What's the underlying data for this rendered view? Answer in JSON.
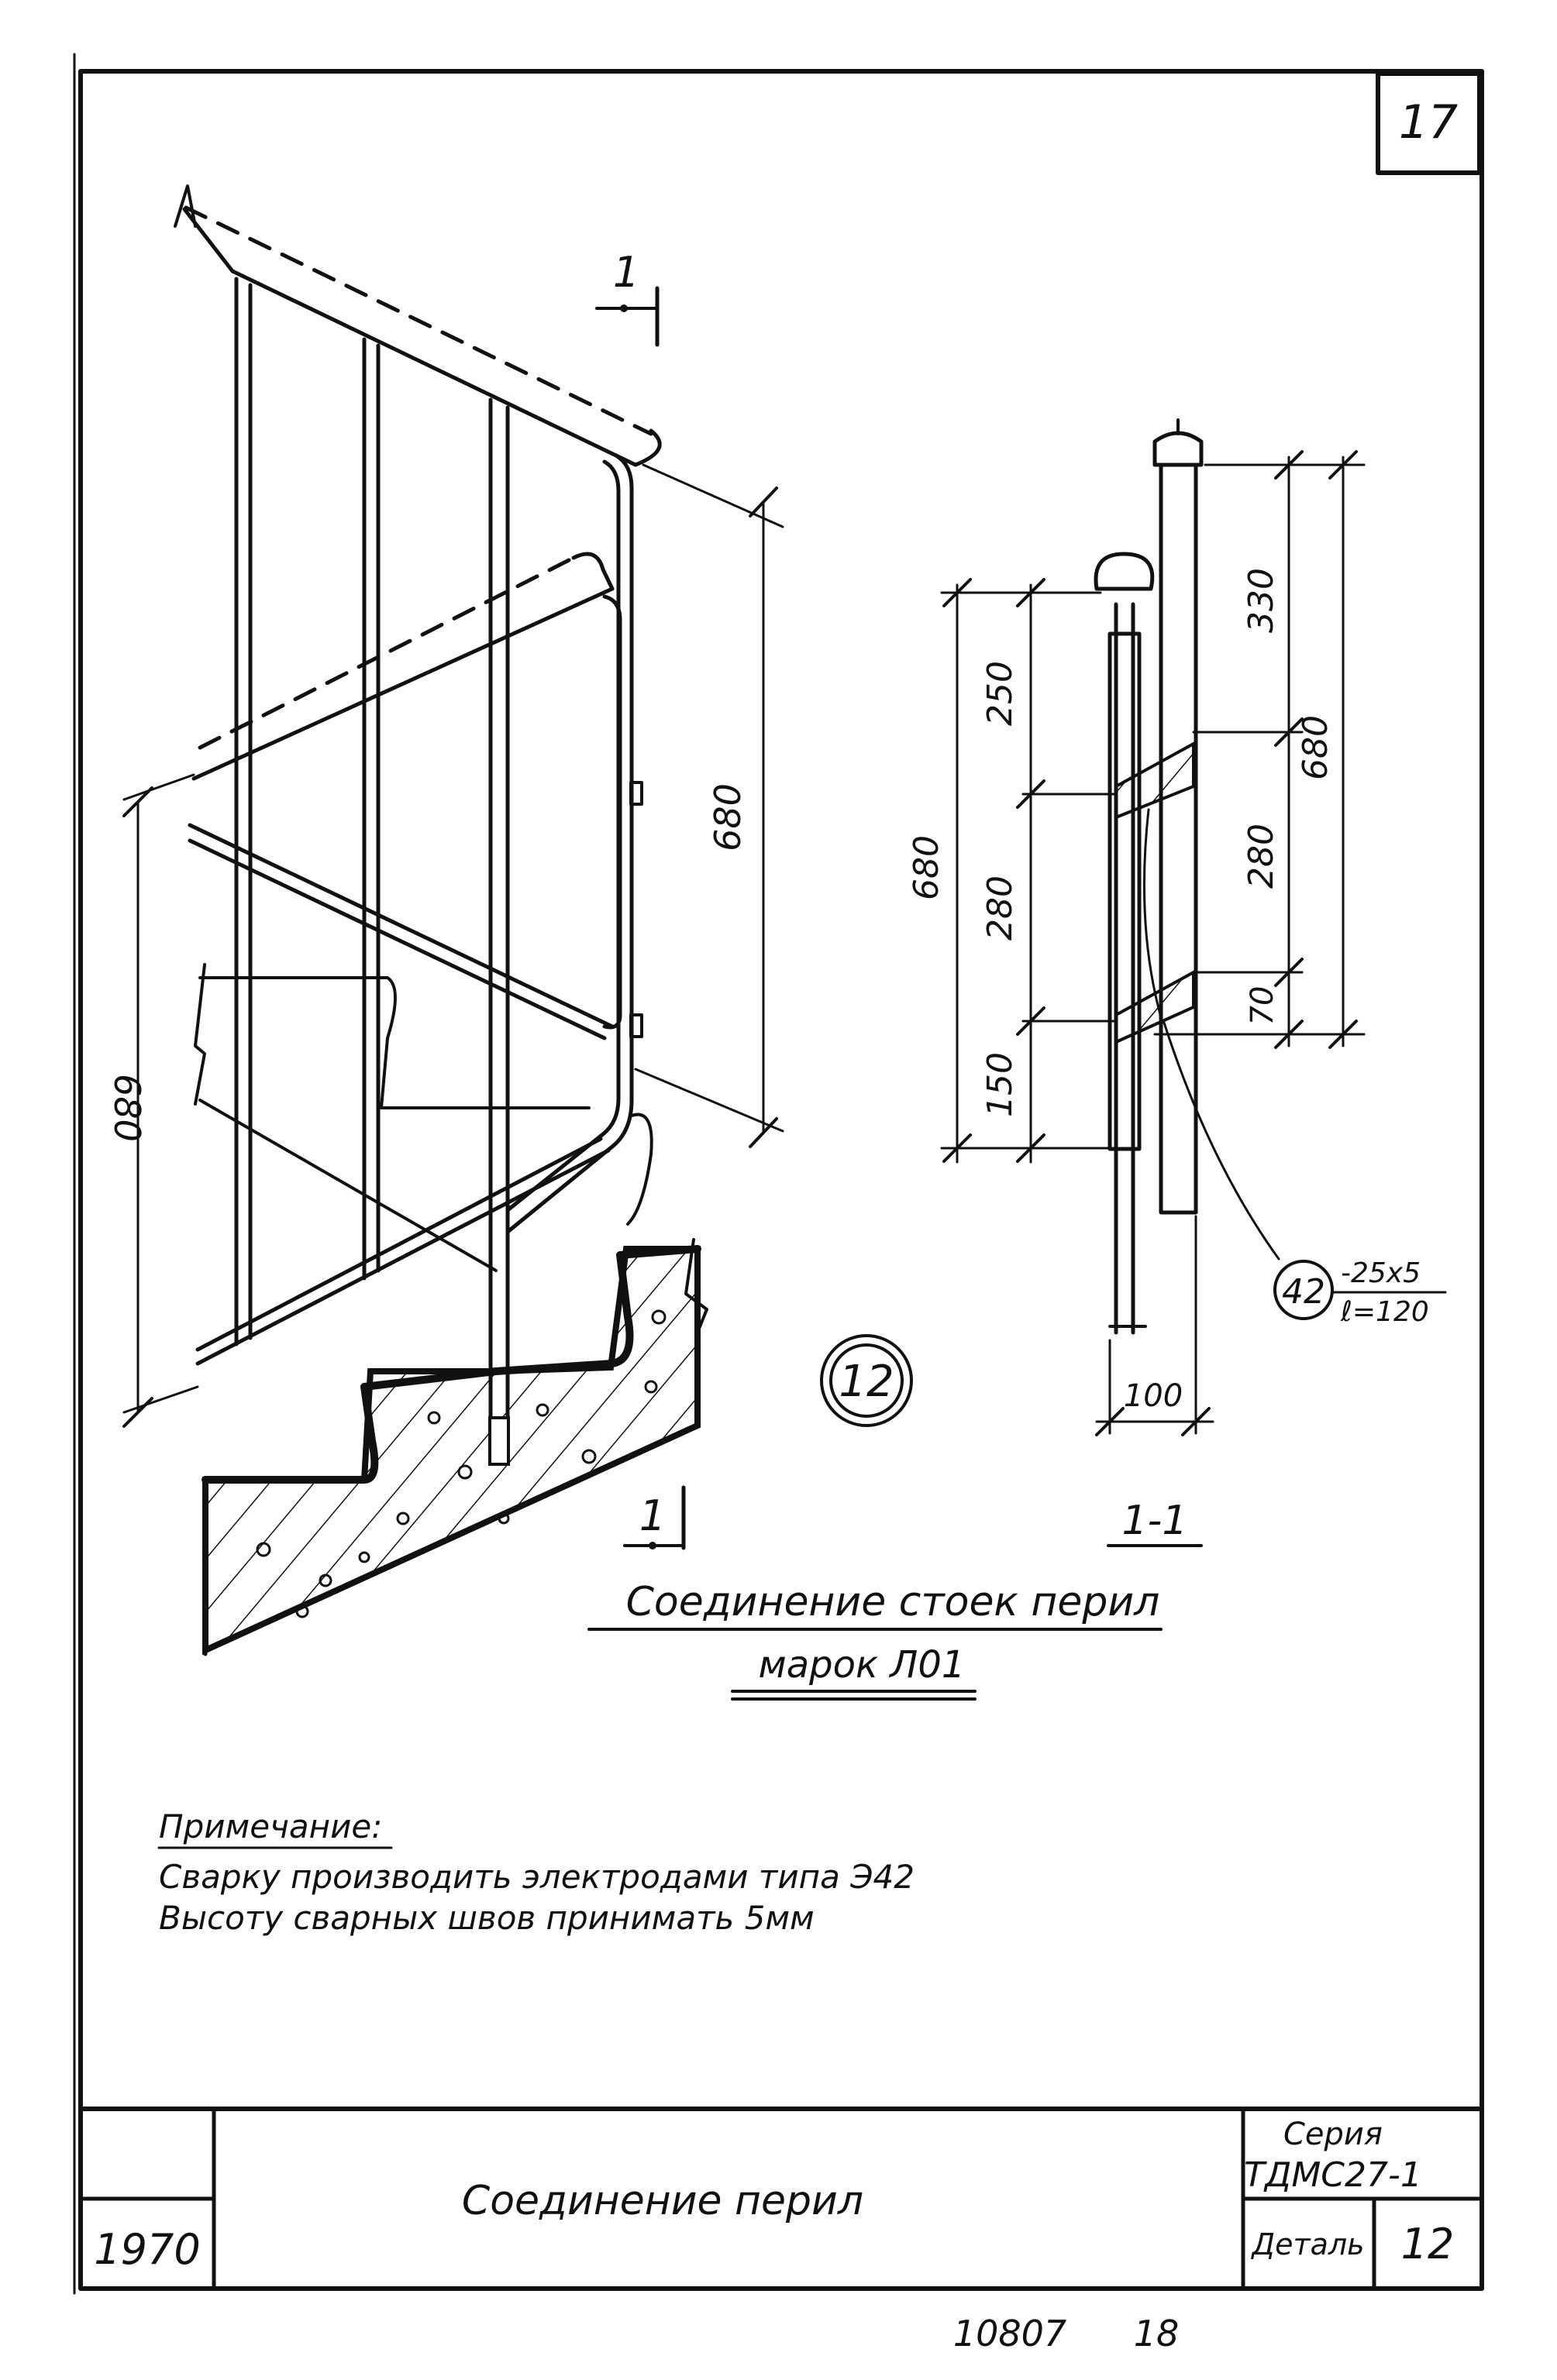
{
  "sheet": {
    "number": "17"
  },
  "section_marks": {
    "top": "1",
    "bottom": "1"
  },
  "left_view": {
    "dim_rail_height": "680",
    "dim_post_height": "680"
  },
  "section_view": {
    "dims_left": [
      "680",
      "250",
      "280",
      "150"
    ],
    "dims_right": [
      "330",
      "680",
      "280",
      "70"
    ],
    "width": "100",
    "callout": {
      "number": "42",
      "spec_line1": "-25x5",
      "spec_line2": "ℓ=120"
    },
    "label": "1-1"
  },
  "detail_marker": "12",
  "caption": {
    "line1": "Соединение стоек перил",
    "line2": "марок Л01"
  },
  "note": {
    "heading": "Примечание:",
    "line1": "Сварку производить электродами типа Э42",
    "line2": "Высоту сварных швов принимать 5мм"
  },
  "title_block": {
    "year": "1970",
    "title": "Соединение перил",
    "series_label": "Серия",
    "series_value": "ТДМС27-1",
    "detail_label": "Деталь",
    "detail_value": "12"
  },
  "footer": {
    "code": "10807",
    "page": "18"
  }
}
